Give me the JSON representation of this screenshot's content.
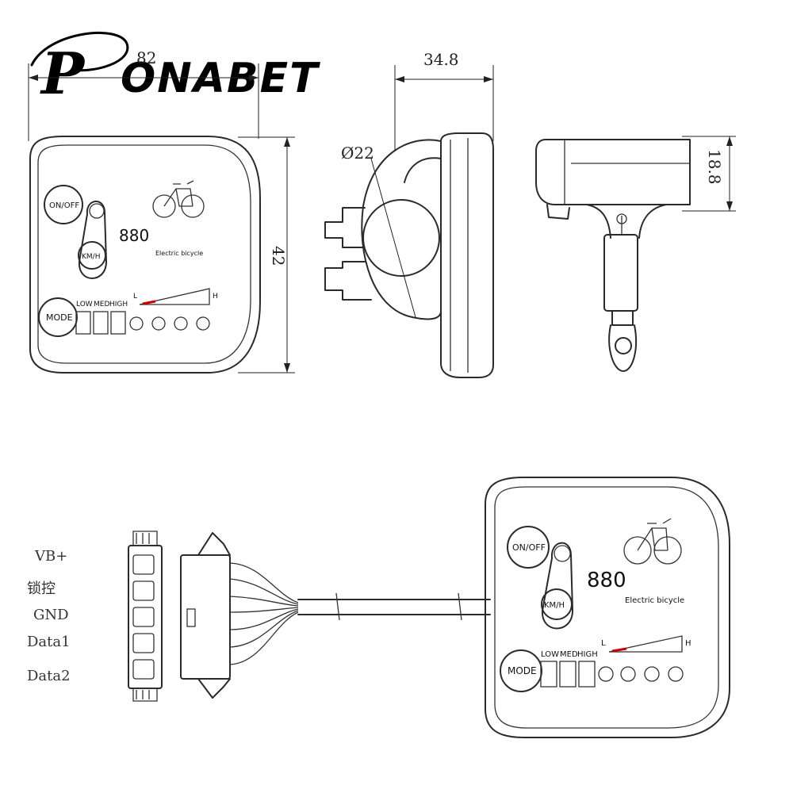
{
  "brand": {
    "initial": "P",
    "rest": "ONABET"
  },
  "dimensions": {
    "width": "82",
    "height": "42",
    "clamp_width": "34.8",
    "clamp_diameter": "Ø22",
    "depth": "18.8"
  },
  "panel": {
    "power_button": "ON/OFF",
    "unit_button": "KM/H",
    "mode_button": "MODE",
    "speed_value": "880",
    "caption": "Electric bicycle",
    "levels": [
      "LOW",
      "MED",
      "HIGH"
    ],
    "gauge_low": "L",
    "gauge_high": "H"
  },
  "connector_pins": [
    "VB+",
    "锁控",
    "GND",
    "Data1",
    "Data2"
  ],
  "colors": {
    "line": "#2a2a2a",
    "gauge_mark": "#cc0000",
    "background": "#ffffff"
  }
}
